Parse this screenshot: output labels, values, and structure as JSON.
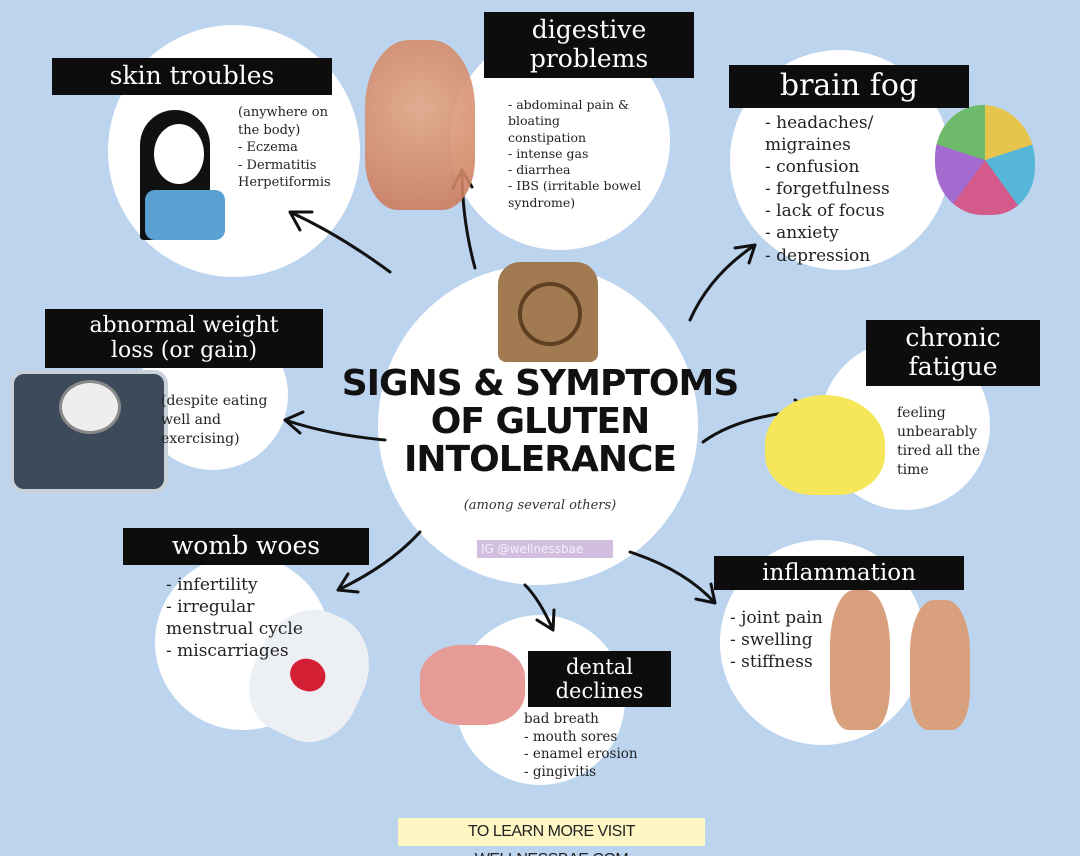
{
  "title": [
    "SIGNS & SYMPTOMS",
    "OF GLUTEN",
    "INTOLERANCE"
  ],
  "subtitle": "(among several others)",
  "watermark": "IG @wellnessbae",
  "footer": "TO LEARN MORE VISIT WELLNESSBAE.COM",
  "sections": {
    "skin": {
      "label": "skin troubles",
      "items": [
        "(anywhere on",
        "the body)",
        "- Eczema",
        "- Dermatitis",
        "Herpetiformis"
      ]
    },
    "digestive": {
      "label": [
        "digestive",
        "problems"
      ],
      "items": [
        "- abdominal pain &",
        "bloating",
        "constipation",
        "- intense gas",
        "- diarrhea",
        "- IBS (irritable bowel",
        "syndrome)"
      ]
    },
    "brain": {
      "label": "brain fog",
      "items": [
        "- headaches/",
        "migraines",
        "- confusion",
        "- forgetfulness",
        "- lack of focus",
        "- anxiety",
        "- depression"
      ]
    },
    "weight": {
      "label": [
        "abnormal weight",
        "loss (or gain)"
      ],
      "items": [
        "(despite eating",
        "well and",
        "exercising)"
      ]
    },
    "fatigue": {
      "label": [
        "chronic",
        "fatigue"
      ],
      "items": [
        "feeling",
        "unbearably",
        "tired all the",
        "time"
      ]
    },
    "womb": {
      "label": "womb woes",
      "items": [
        "- infertility",
        "- irregular",
        "menstrual cycle",
        "- miscarriages"
      ]
    },
    "dental": {
      "label": [
        "dental",
        "declines"
      ],
      "items": [
        "bad breath",
        "- mouth sores",
        "- enamel erosion",
        "- gingivitis"
      ]
    },
    "inflammation": {
      "label": "inflammation",
      "items": [
        "- joint pain",
        "- swelling",
        "- stiffness"
      ]
    }
  },
  "colors": {
    "background": "#bcd4ee",
    "label_bg": "#0d0d0d",
    "footer_bg": "#fdf6c3",
    "watermark_bg": "#d2bfe0"
  }
}
